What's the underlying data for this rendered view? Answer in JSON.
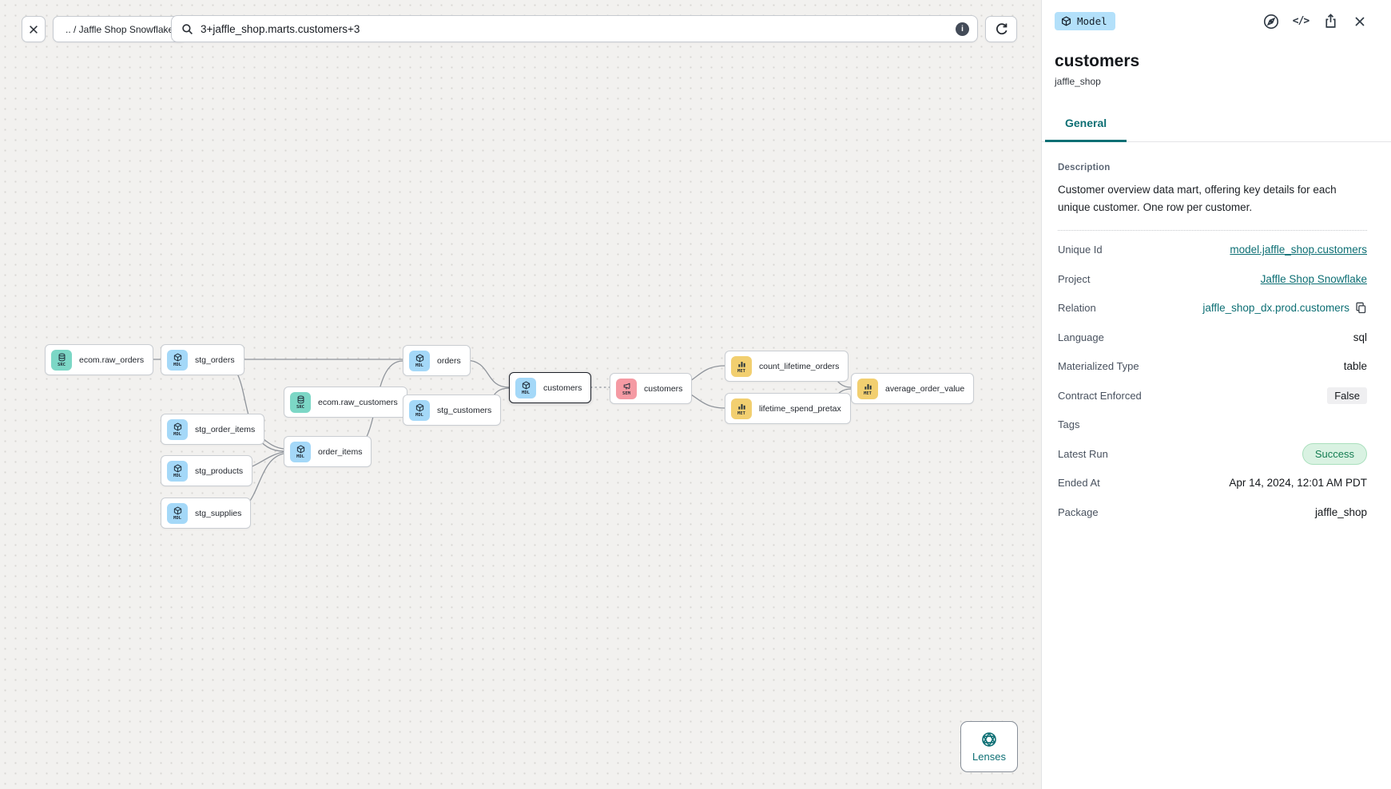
{
  "toolbar": {
    "close_glyph": "✕",
    "breadcrumb": ".. / Jaffle Shop Snowflake",
    "search_value": "3+jaffle_shop.marts.customers+3",
    "info_glyph": "i"
  },
  "canvas": {
    "node_type_labels": {
      "src": "SRC",
      "mdl": "MDL",
      "sem": "SEM",
      "met": "MET"
    },
    "nodes": [
      {
        "label": "ecom.raw_orders",
        "type": "src"
      },
      {
        "label": "stg_orders",
        "type": "mdl"
      },
      {
        "label": "stg_order_items",
        "type": "mdl"
      },
      {
        "label": "stg_products",
        "type": "mdl"
      },
      {
        "label": "stg_supplies",
        "type": "mdl"
      },
      {
        "label": "ecom.raw_customers",
        "type": "src"
      },
      {
        "label": "order_items",
        "type": "mdl"
      },
      {
        "label": "orders",
        "type": "mdl"
      },
      {
        "label": "stg_customers",
        "type": "mdl"
      },
      {
        "label": "customers",
        "type": "mdl",
        "selected": true
      },
      {
        "label": "customers",
        "type": "sem"
      },
      {
        "label": "count_lifetime_orders",
        "type": "met"
      },
      {
        "label": "lifetime_spend_pretax",
        "type": "met"
      },
      {
        "label": "average_order_value",
        "type": "met"
      }
    ],
    "lenses_label": "Lenses"
  },
  "panel": {
    "type_badge": "Model",
    "code_icon_glyph": "</>",
    "close_glyph": "✕",
    "title": "customers",
    "subtitle": "jaffle_shop",
    "tabs": [
      {
        "label": "General"
      }
    ],
    "description_label": "Description",
    "description": "Customer overview data mart, offering key details for each unique customer. One row per customer.",
    "properties": [
      {
        "label": "Unique Id",
        "value": "model.jaffle_shop.customers"
      },
      {
        "label": "Project",
        "value": "Jaffle Shop Snowflake"
      },
      {
        "label": "Relation",
        "value": "jaffle_shop_dx.prod.customers"
      },
      {
        "label": "Language",
        "value": "sql"
      },
      {
        "label": "Materialized Type",
        "value": "table"
      },
      {
        "label": "Contract Enforced",
        "value": "False"
      },
      {
        "label": "Tags",
        "value": ""
      },
      {
        "label": "Latest Run",
        "value": "Success"
      },
      {
        "label": "Ended At",
        "value": "Apr 14, 2024, 12:01 AM PDT"
      },
      {
        "label": "Package",
        "value": "jaffle_shop"
      }
    ]
  },
  "colors": {
    "accent_teal": "#0d6f74",
    "source_badge": "#7cd7c6",
    "model_badge": "#a4d8f8",
    "semantic_badge": "#f59aa3",
    "metric_badge": "#f2cf70",
    "success_bg": "#d9f2e2",
    "success_text": "#147d52",
    "model_chip_bg": "#b3e0fa"
  }
}
